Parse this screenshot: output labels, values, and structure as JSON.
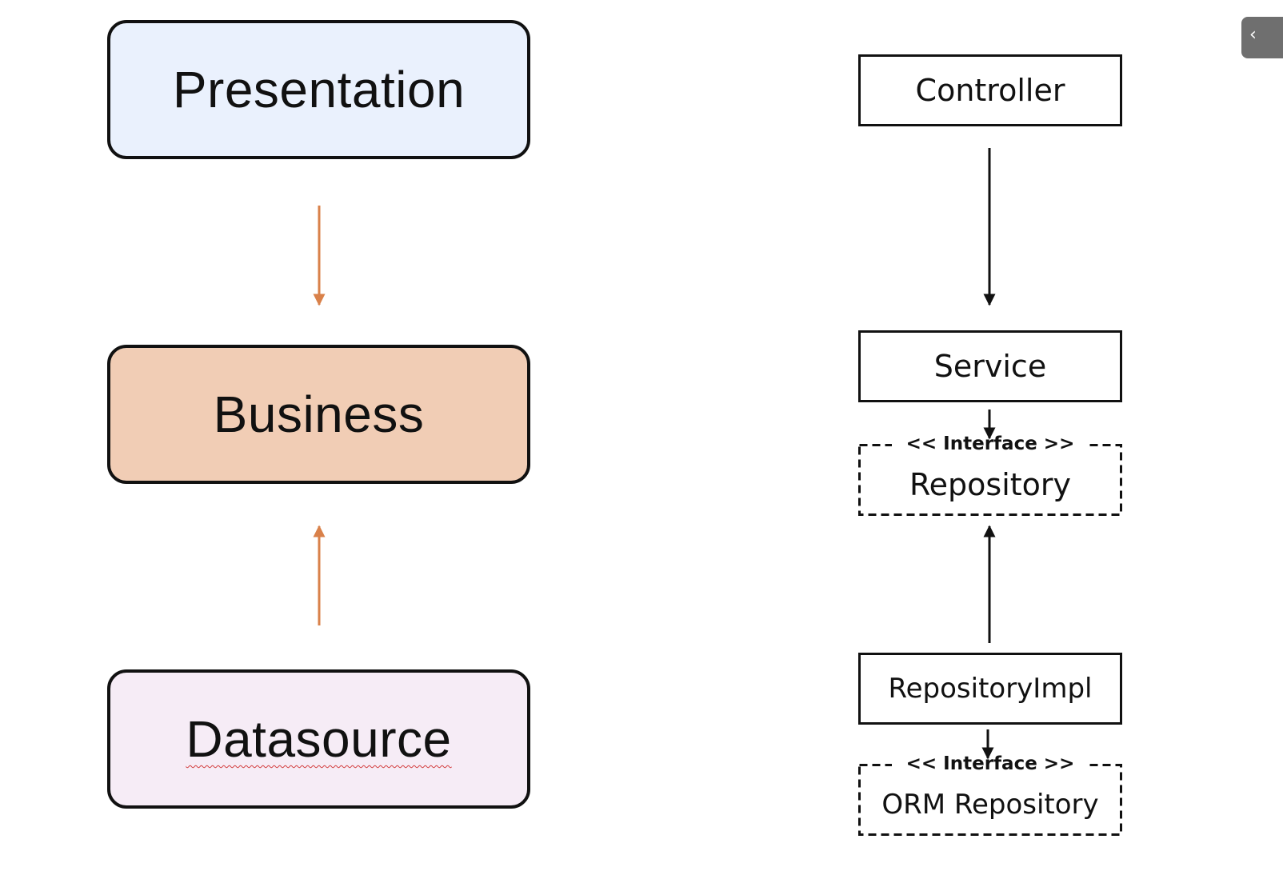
{
  "colors": {
    "presentation_fill": "#eaf1fd",
    "business_fill": "#f1cdb5",
    "datasource_fill": "#f6ecf6",
    "layer_arrow": "#d9814a",
    "component_arrow": "#111111"
  },
  "layers": {
    "presentation": "Presentation",
    "business": "Business",
    "datasource": "Datasource"
  },
  "components": {
    "controller": "Controller",
    "service": "Service",
    "repository_stereotype": "<< Interface >>",
    "repository": "Repository",
    "repository_impl": "RepositoryImpl",
    "orm_stereotype": "<< Interface >>",
    "orm_repository": "ORM Repository"
  },
  "icons": {
    "corner_tab": "chevron-left-icon"
  }
}
